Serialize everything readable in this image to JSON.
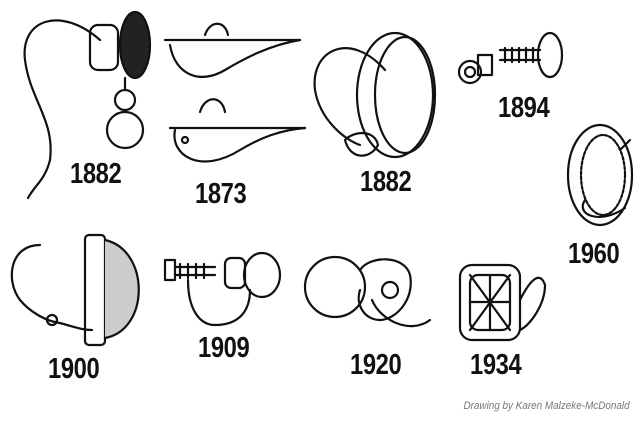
{
  "earrings": [
    {
      "year": "1882"
    },
    {
      "year": "1873"
    },
    {
      "year": "1882"
    },
    {
      "year": "1894"
    },
    {
      "year": "1960"
    },
    {
      "year": "1900"
    },
    {
      "year": "1909"
    },
    {
      "year": "1920"
    },
    {
      "year": "1934"
    }
  ],
  "credit": "Drawing by Karen Malzeke-McDonald"
}
